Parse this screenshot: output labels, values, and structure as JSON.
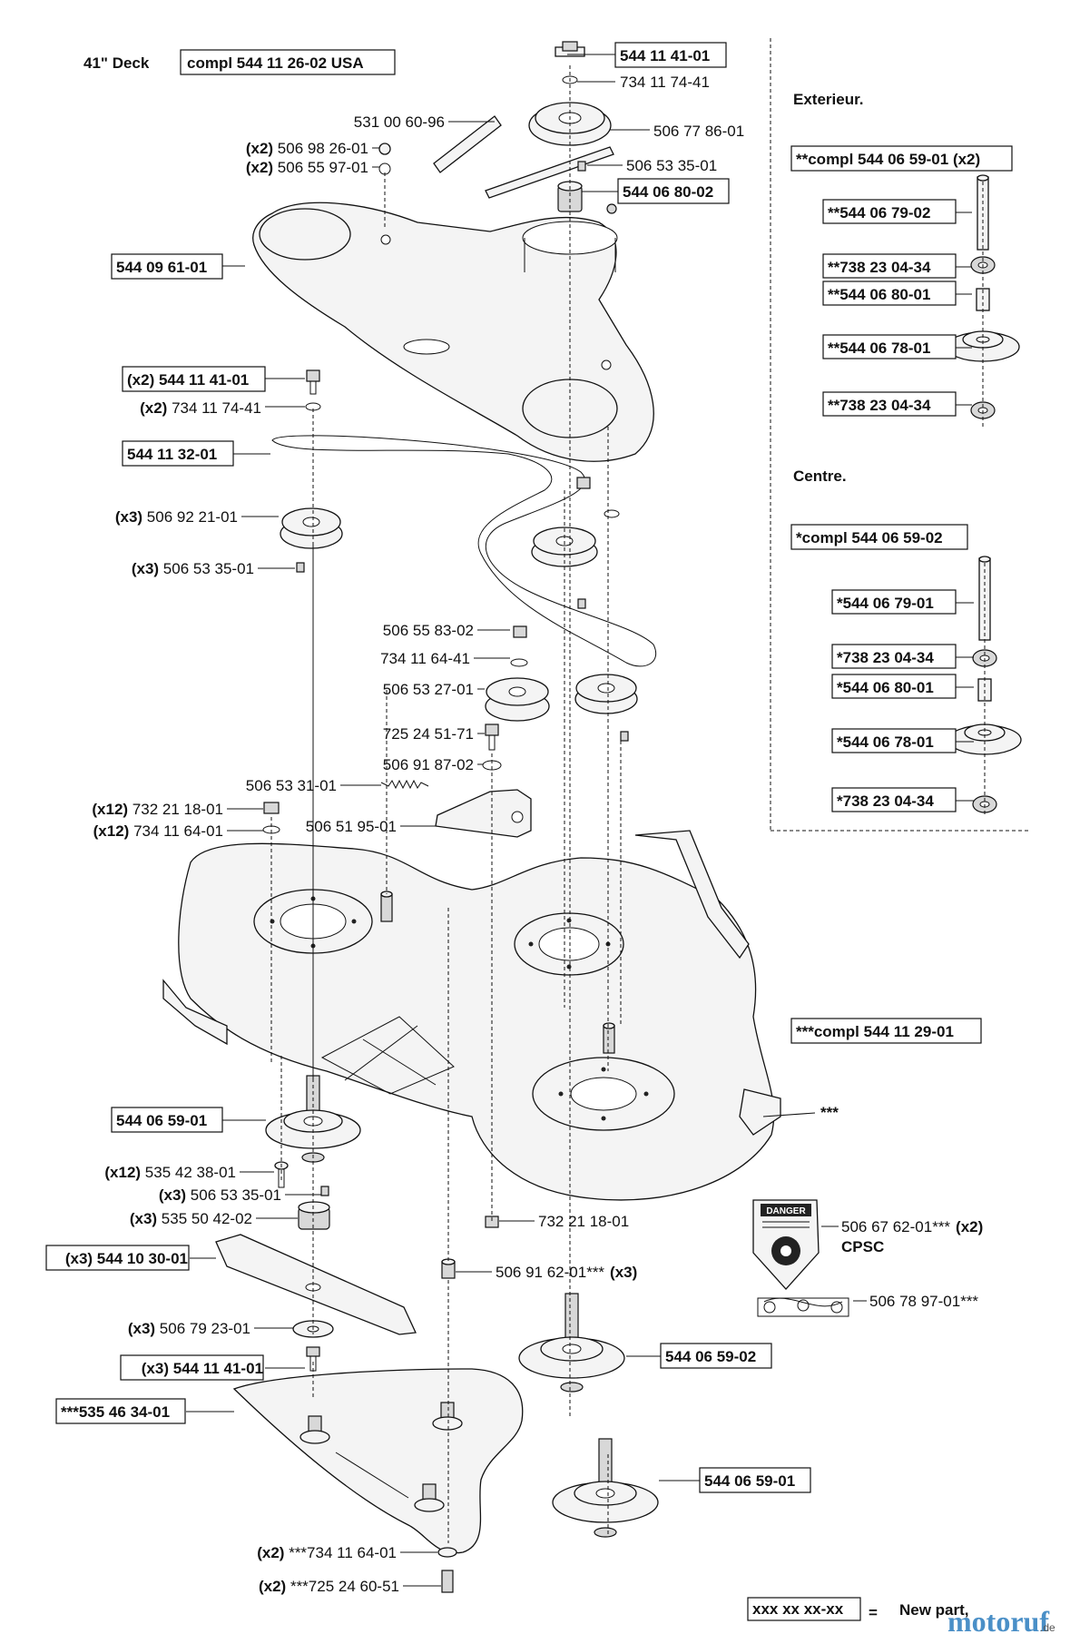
{
  "header": {
    "deck": "41\" Deck",
    "compl": "compl 544 11 26-02 USA"
  },
  "sections": {
    "exterieur": "Exterieur.",
    "centre": "Centre."
  },
  "labels": {
    "l01": {
      "qty": "",
      "code": "544 11 41-01"
    },
    "l02": {
      "qty": "",
      "code": "734 11 74-41"
    },
    "l03": {
      "qty": "",
      "code": "531 00 60-96"
    },
    "l04": {
      "qty": "",
      "code": "506 77 86-01"
    },
    "l05": {
      "qty": "(x2)",
      "code": "506 98 26-01"
    },
    "l06": {
      "qty": "(x2)",
      "code": "506 55 97-01"
    },
    "l07": {
      "qty": "",
      "code": "506 53 35-01"
    },
    "l08": {
      "qty": "",
      "code": "544 06 80-02"
    },
    "l09": {
      "qty": "",
      "code": "544 09 61-01"
    },
    "l10": {
      "qty": "(x2)",
      "code": "544 11 41-01"
    },
    "l11": {
      "qty": "(x2)",
      "code": "734 11 74-41"
    },
    "l12": {
      "qty": "",
      "code": "544 11 32-01"
    },
    "l13": {
      "qty": "(x3)",
      "code": "506 92 21-01"
    },
    "l14": {
      "qty": "(x3)",
      "code": "506 53 35-01"
    },
    "l15": {
      "qty": "",
      "code": "506 55 83-02"
    },
    "l16": {
      "qty": "",
      "code": "734 11 64-41"
    },
    "l17": {
      "qty": "",
      "code": "506 53 27-01"
    },
    "l18": {
      "qty": "",
      "code": "725 24 51-71"
    },
    "l19": {
      "qty": "",
      "code": "506 91 87-02"
    },
    "l20": {
      "qty": "",
      "code": "506 53 31-01"
    },
    "l21": {
      "qty": "(x12)",
      "code": "732 21 18-01"
    },
    "l22": {
      "qty": "(x12)",
      "code": "734 11 64-01"
    },
    "l23": {
      "qty": "",
      "code": "506 51 95-01"
    },
    "l24": {
      "qty": "",
      "code": "544 06 59-01"
    },
    "l25": {
      "qty": "(x12)",
      "code": "535 42 38-01"
    },
    "l26": {
      "qty": "(x3)",
      "code": "506 53 35-01"
    },
    "l27": {
      "qty": "(x3)",
      "code": "535 50 42-02"
    },
    "l28": {
      "qty": "(x3)",
      "code": "544 10 30-01"
    },
    "l29": {
      "qty": "(x3)",
      "code": "506 79 23-01"
    },
    "l30": {
      "qty": "(x3)",
      "code": "544 11 41-01"
    },
    "l31": {
      "qty": "",
      "code": "***535 46 34-01"
    },
    "l32": {
      "qty": "(x2)",
      "code": "***734 11 64-01"
    },
    "l33": {
      "qty": "(x2)",
      "code": "***725 24 60-51"
    },
    "l34": {
      "qty": "",
      "code": "732 21 18-01"
    },
    "l35": {
      "qty": "",
      "code": "506 91 62-01***",
      "qty_after": "(x3)"
    },
    "l36": {
      "qty": "",
      "code": "544 06 59-02"
    },
    "l37": {
      "qty": "",
      "code": "544 06 59-01"
    },
    "l38": {
      "qty": "",
      "code": "***compl 544 11 29-01"
    },
    "l39": {
      "qty": "",
      "code": "***"
    },
    "l40": {
      "qty": "",
      "code": "506 67 62-01***",
      "qty_after": "(x2)",
      "sub": "CPSC"
    },
    "l41": {
      "qty": "",
      "code": "506 78 97-01***"
    }
  },
  "exterieur": {
    "compl": "**compl 544 06 59-01 (x2)",
    "items": [
      "**544 06 79-02",
      "**738 23 04-34",
      "**544 06 80-01",
      "**544 06 78-01",
      "**738 23 04-34"
    ]
  },
  "centre": {
    "compl": "*compl 544 06 59-02",
    "items": [
      "*544 06 79-01",
      "*738 23 04-34",
      "*544 06 80-01",
      "*544 06 78-01",
      "*738 23 04-34"
    ]
  },
  "decal": {
    "title": "DANGER"
  },
  "legend": {
    "sample": "xxx xx xx-xx",
    "equals": "=",
    "text": "New part,"
  },
  "watermark": {
    "main": "motoruf",
    "tld": ".de"
  }
}
